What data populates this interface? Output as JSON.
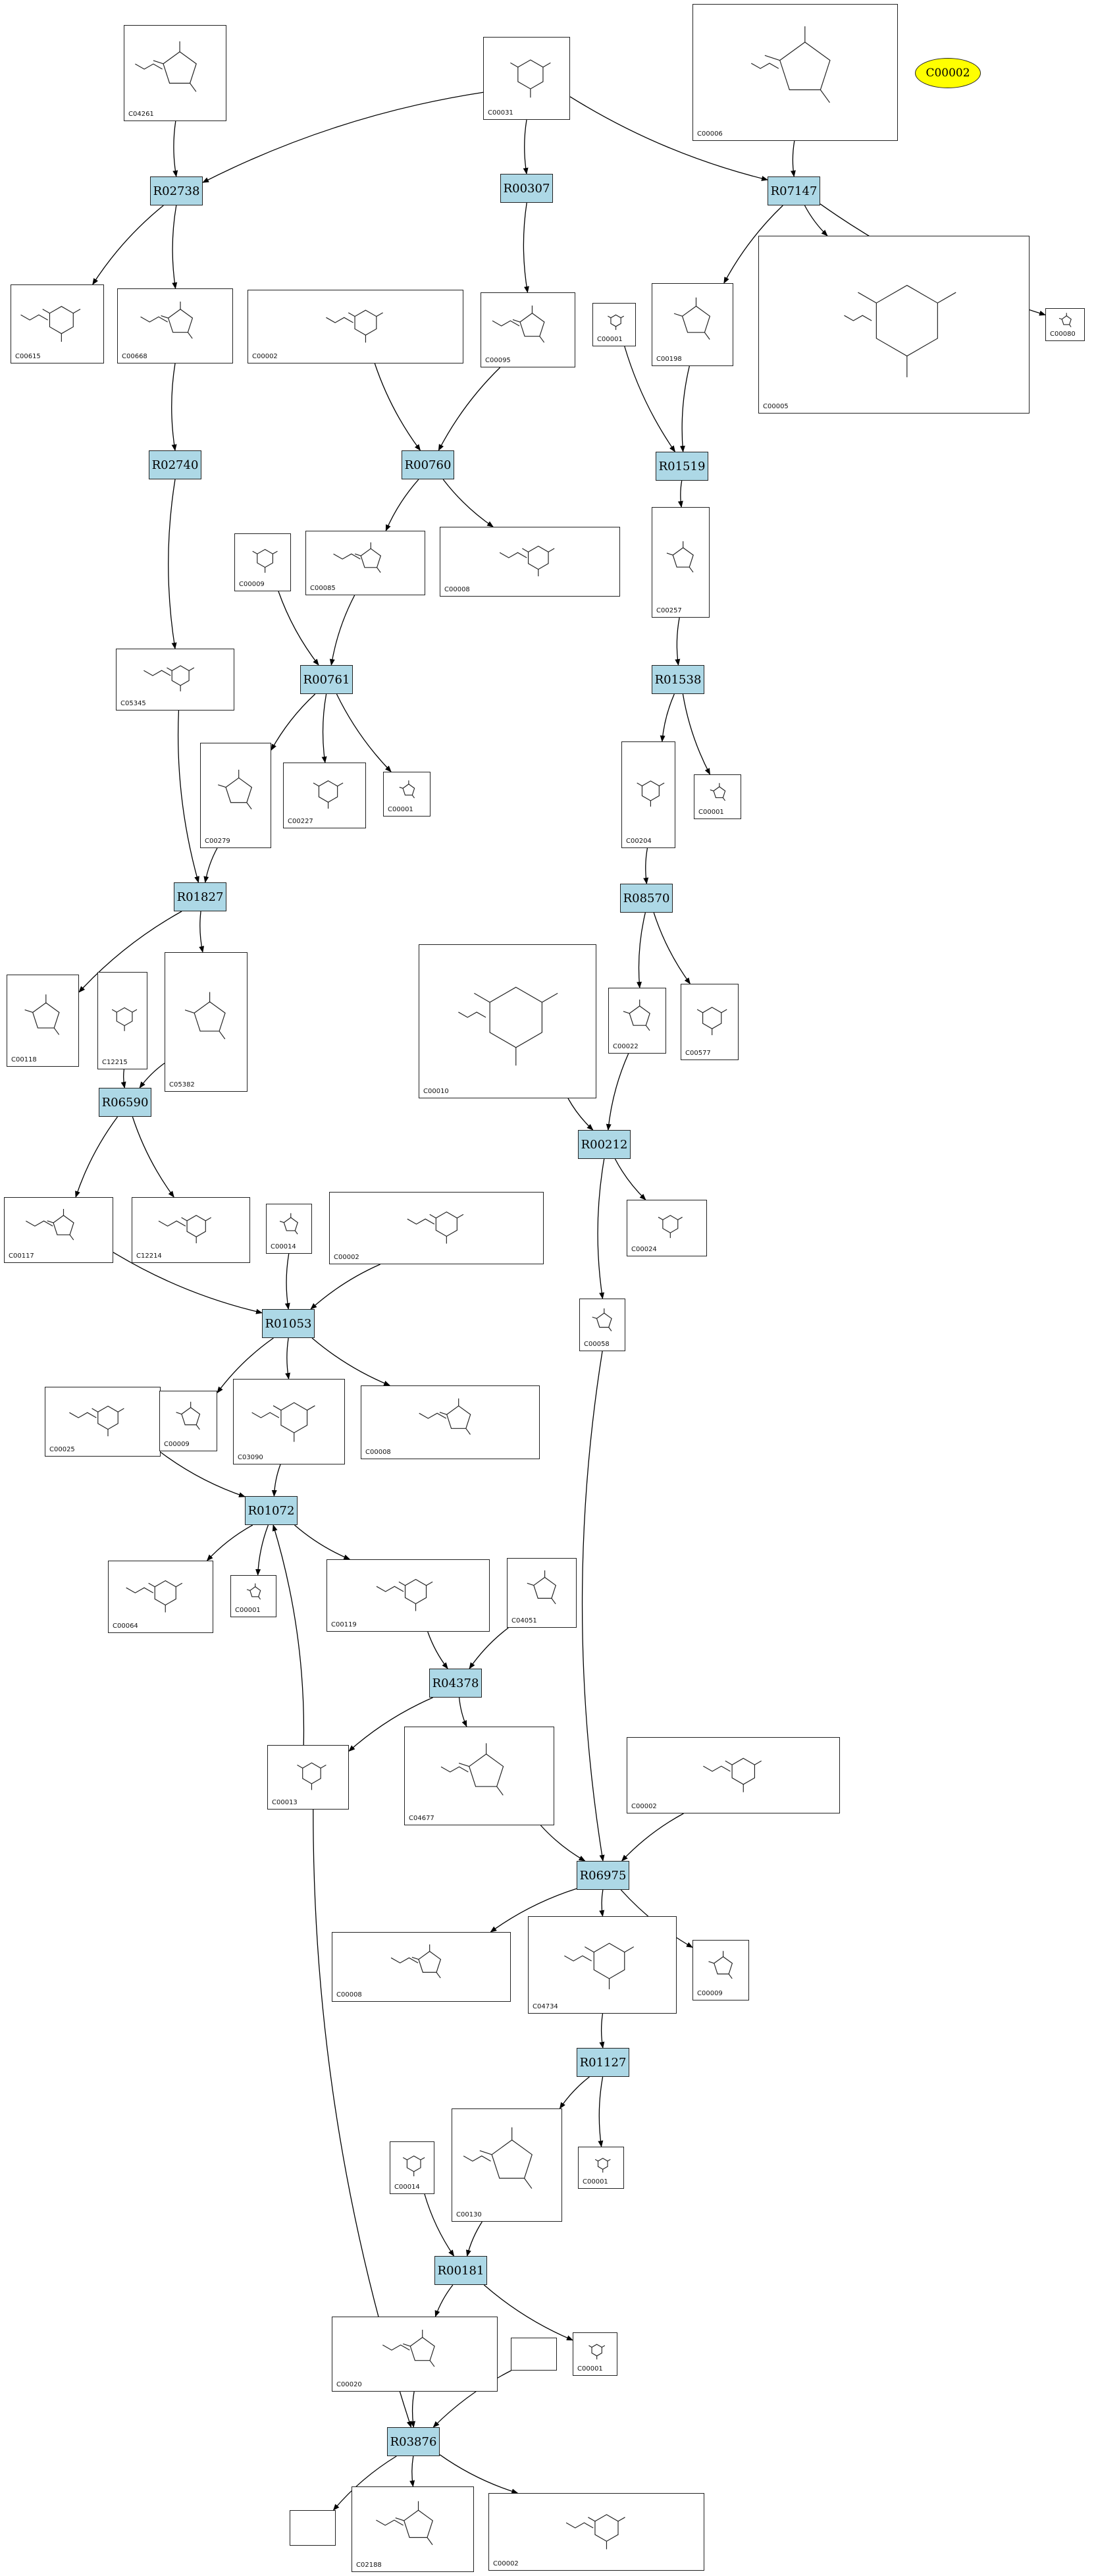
{
  "legend": {
    "label": "C00002"
  },
  "compounds": [
    {
      "id": "C04261",
      "label": "C04261"
    },
    {
      "id": "C00031",
      "label": "C00031"
    },
    {
      "id": "C00006",
      "label": "C00006"
    },
    {
      "id": "C00615",
      "label": "C00615"
    },
    {
      "id": "C00668",
      "label": "C00668"
    },
    {
      "id": "C00002a",
      "label": "C00002"
    },
    {
      "id": "C00095",
      "label": "C00095"
    },
    {
      "id": "C00001a",
      "label": "C00001"
    },
    {
      "id": "C00198",
      "label": "C00198"
    },
    {
      "id": "C00005",
      "label": "C00005"
    },
    {
      "id": "C00080",
      "label": "C00080"
    },
    {
      "id": "C00009a",
      "label": "C00009"
    },
    {
      "id": "C00085",
      "label": "C00085"
    },
    {
      "id": "C00008a",
      "label": "C00008"
    },
    {
      "id": "C00257",
      "label": "C00257"
    },
    {
      "id": "C05345",
      "label": "C05345"
    },
    {
      "id": "C00279",
      "label": "C00279"
    },
    {
      "id": "C00227",
      "label": "C00227"
    },
    {
      "id": "C00001b",
      "label": "C00001"
    },
    {
      "id": "C00204",
      "label": "C00204"
    },
    {
      "id": "C00001c",
      "label": "C00001"
    },
    {
      "id": "C00010",
      "label": "C00010"
    },
    {
      "id": "C00022",
      "label": "C00022"
    },
    {
      "id": "C00577",
      "label": "C00577"
    },
    {
      "id": "C00118",
      "label": "C00118"
    },
    {
      "id": "C12215",
      "label": "C12215"
    },
    {
      "id": "C05382",
      "label": "C05382"
    },
    {
      "id": "C00024",
      "label": "C00024"
    },
    {
      "id": "C00117",
      "label": "C00117"
    },
    {
      "id": "C12214",
      "label": "C12214"
    },
    {
      "id": "C00014a",
      "label": "C00014"
    },
    {
      "id": "C00002b",
      "label": "C00002"
    },
    {
      "id": "C00058",
      "label": "C00058"
    },
    {
      "id": "C00025",
      "label": "C00025"
    },
    {
      "id": "C00009b",
      "label": "C00009"
    },
    {
      "id": "C03090",
      "label": "C03090"
    },
    {
      "id": "C00008b",
      "label": "C00008"
    },
    {
      "id": "C00064",
      "label": "C00064"
    },
    {
      "id": "C00001d",
      "label": "C00001"
    },
    {
      "id": "C00119",
      "label": "C00119"
    },
    {
      "id": "C04051",
      "label": "C04051"
    },
    {
      "id": "C00013",
      "label": "C00013"
    },
    {
      "id": "C04677",
      "label": "C04677"
    },
    {
      "id": "C00002c",
      "label": "C00002"
    },
    {
      "id": "C00008c",
      "label": "C00008"
    },
    {
      "id": "C04734",
      "label": "C04734"
    },
    {
      "id": "C00009c",
      "label": "C00009"
    },
    {
      "id": "C00014b",
      "label": "C00014"
    },
    {
      "id": "C00130",
      "label": "C00130"
    },
    {
      "id": "C00001e",
      "label": "C00001"
    },
    {
      "id": "C00020",
      "label": "C00020"
    },
    {
      "id": "C00001f",
      "label": "C00001"
    },
    {
      "id": "Cblank1",
      "label": ""
    },
    {
      "id": "Cblank2",
      "label": ""
    },
    {
      "id": "C02188",
      "label": "C02188"
    },
    {
      "id": "C00002d",
      "label": "C00002"
    }
  ],
  "reactions": [
    {
      "id": "R02738",
      "label": "R02738"
    },
    {
      "id": "R00307",
      "label": "R00307"
    },
    {
      "id": "R07147",
      "label": "R07147"
    },
    {
      "id": "R02740",
      "label": "R02740"
    },
    {
      "id": "R00760",
      "label": "R00760"
    },
    {
      "id": "R01519",
      "label": "R01519"
    },
    {
      "id": "R00761",
      "label": "R00761"
    },
    {
      "id": "R01538",
      "label": "R01538"
    },
    {
      "id": "R01827",
      "label": "R01827"
    },
    {
      "id": "R08570",
      "label": "R08570"
    },
    {
      "id": "R06590",
      "label": "R06590"
    },
    {
      "id": "R00212",
      "label": "R00212"
    },
    {
      "id": "R01053",
      "label": "R01053"
    },
    {
      "id": "R01072",
      "label": "R01072"
    },
    {
      "id": "R04378",
      "label": "R04378"
    },
    {
      "id": "R06975",
      "label": "R06975"
    },
    {
      "id": "R01127",
      "label": "R01127"
    },
    {
      "id": "R00181",
      "label": "R00181"
    },
    {
      "id": "R03876",
      "label": "R03876"
    }
  ]
}
